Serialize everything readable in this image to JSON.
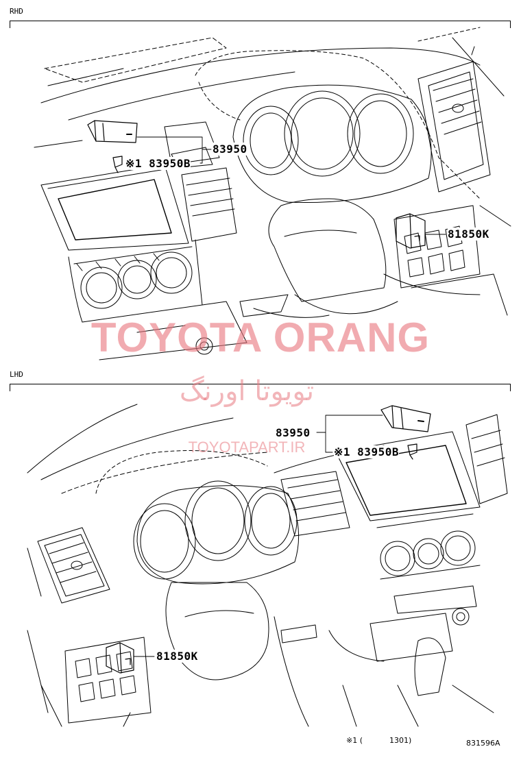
{
  "panels": {
    "top": {
      "label": "RHD",
      "callouts": {
        "p83950": "83950",
        "p83950b": "※1 83950B",
        "p81850k": "81850K"
      }
    },
    "bottom": {
      "label": "LHD",
      "callouts": {
        "p83950": "83950",
        "p83950b": "※1 83950B",
        "p81850k": "81850K"
      }
    }
  },
  "watermark": {
    "title": "TOYOTA ORANG",
    "persian": "تویوتا اورنگ",
    "url": "TOYOTAPART.IR"
  },
  "footnote": {
    "left": "※1 (",
    "right": "1301)",
    "code": "831596A"
  }
}
